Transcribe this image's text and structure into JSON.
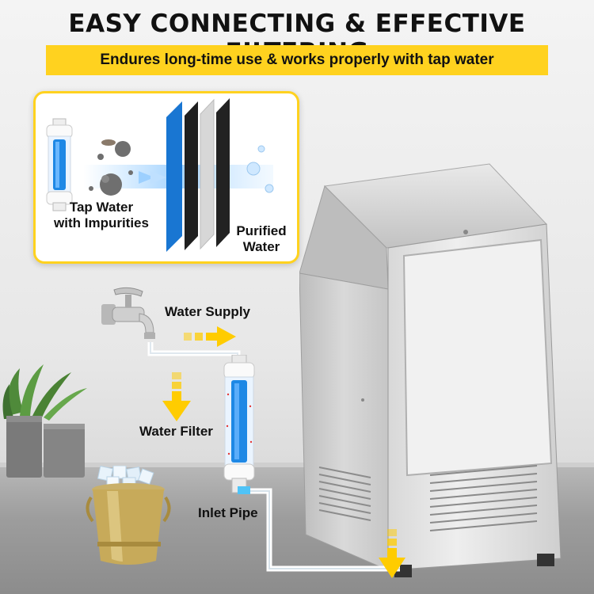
{
  "header": {
    "title": "EASY CONNECTING & EFFECTIVE FILTERING",
    "subtitle": "Endures long-time use & works properly with tap water"
  },
  "filter_diagram": {
    "left_label_line1": "Tap Water",
    "left_label_line2": "with Impurities",
    "right_label_line1": "Purified",
    "right_label_line2": "Water"
  },
  "steps": {
    "water_supply": "Water Supply",
    "water_filter": "Water Filter",
    "inlet_pipe": "Inlet Pipe"
  },
  "colors": {
    "accent_yellow": "#ffd21f",
    "arrow_yellow": "#ffcc00",
    "filter_blue": "#1e88e5"
  }
}
